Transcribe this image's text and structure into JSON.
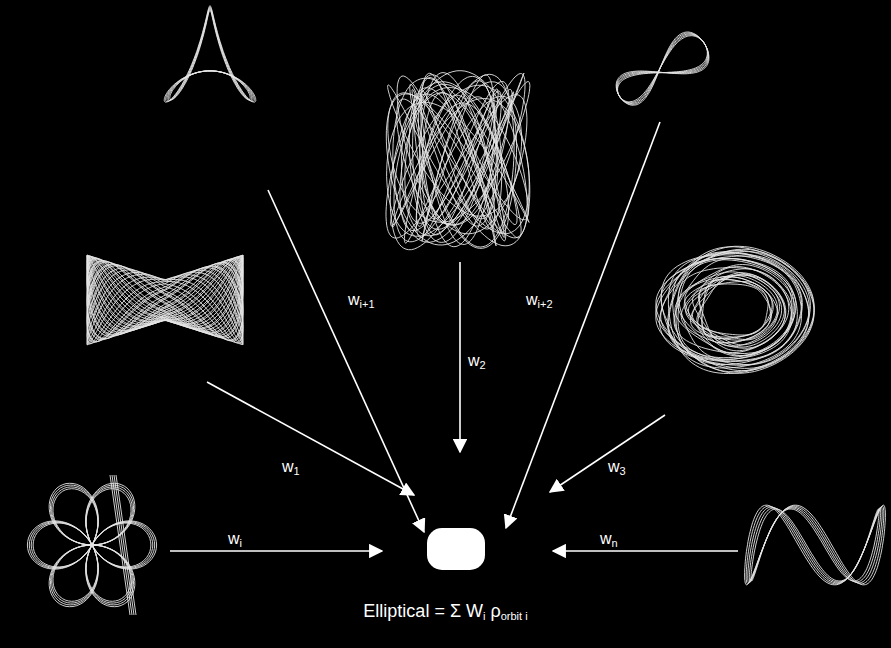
{
  "diagram": {
    "caption": "Elliptical = Σ Wi ρorbit i",
    "labels": [
      "wi+1",
      "w2",
      "wi+2",
      "w1",
      "w3",
      "wi",
      "wn"
    ]
  }
}
